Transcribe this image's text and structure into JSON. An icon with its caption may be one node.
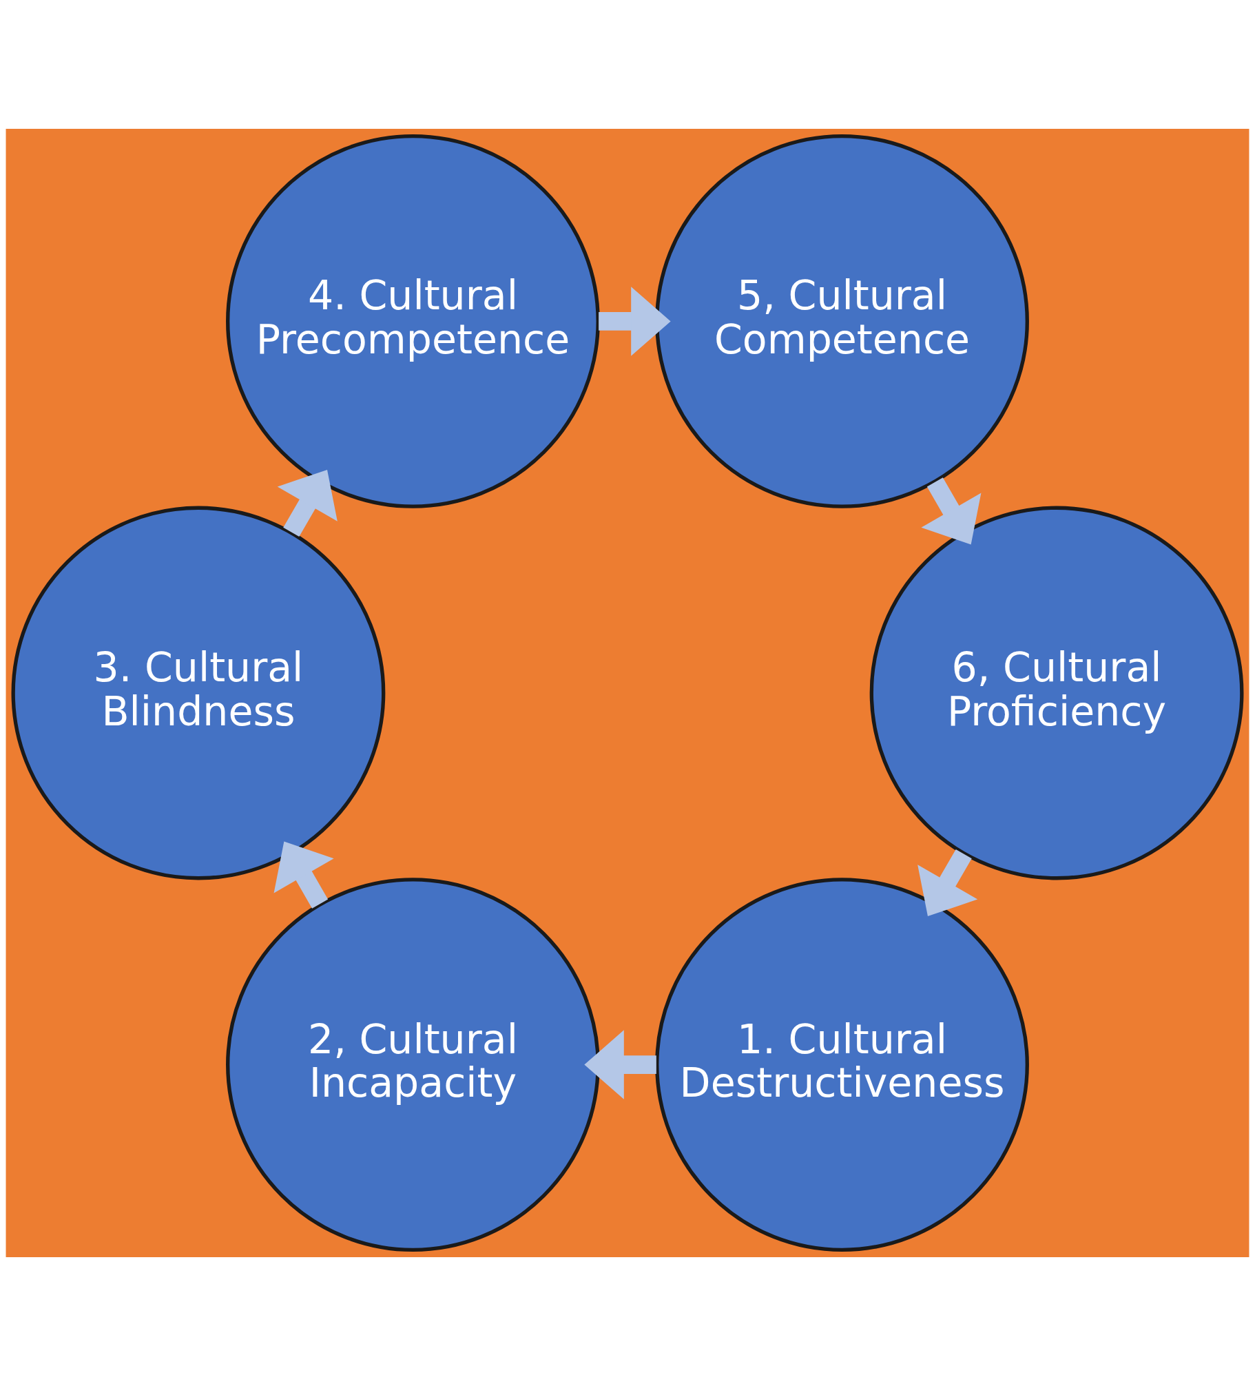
{
  "diagram": {
    "nodes": [
      {
        "text": [
          "1. Cultural Destructiveness"
        ]
      },
      {
        "text": [
          "2, Cultural Incapacity"
        ]
      },
      {
        "text": [
          "3. Cultural Blindness"
        ]
      },
      {
        "text": [
          "4. Cultural Precompetence"
        ]
      },
      {
        "text": [
          "5, Cultural Competence"
        ]
      },
      {
        "text": [
          "6, Cultural Proficiency"
        ]
      }
    ],
    "edges": [
      {
        "from": 0,
        "to": 1,
        "arrow": "to"
      },
      {
        "from": 1,
        "to": 2,
        "arrow": "to"
      },
      {
        "from": 2,
        "to": 3,
        "arrow": "to"
      },
      {
        "from": 3,
        "to": 4,
        "arrow": "to"
      },
      {
        "from": 4,
        "to": 5,
        "arrow": "to"
      },
      {
        "from": 5,
        "to": 0,
        "arrow": "to"
      }
    ]
  }
}
